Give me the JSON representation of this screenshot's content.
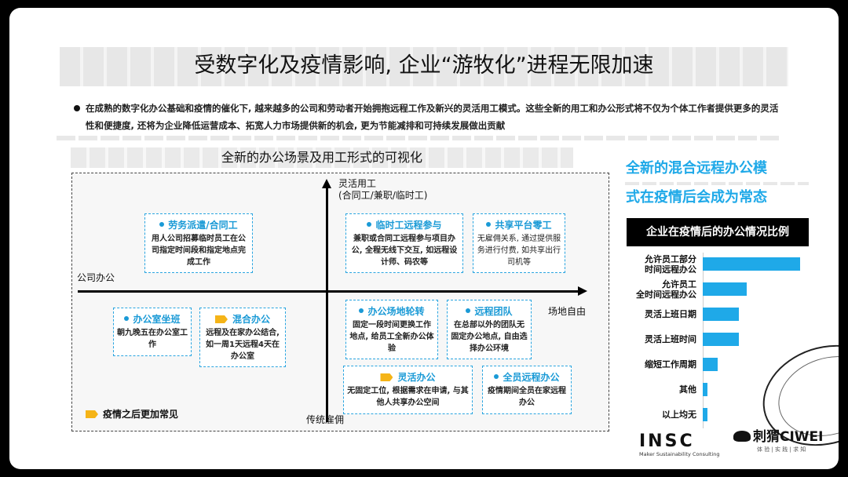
{
  "title": "受数字化及疫情影响, 企业“游牧化”进程无限加速",
  "bullet": "在成熟的数字化办公基础和疫情的催化下, 越来越多的公司和劳动者开始拥抱远程工作及新兴的灵活用工模式。这些全新的用工和办公形式将不仅为个体工作者提供更多的灵活性和便捷度, 还将为企业降低运营成本、拓宽人力市场提供新的机会, 更为节能减排和可持续发展做出贡献",
  "viz": {
    "title": "全新的办公场景及用工形式的可视化",
    "axis_top_line1": "灵活用工",
    "axis_top_line2": "(合同工/兼职/临时工)",
    "axis_left": "公司办公",
    "axis_right": "场地自由",
    "axis_bottom": "传统雇佣",
    "legend": "疫情之后更加常见",
    "boxes": [
      {
        "title": "劳务派遣/合同工",
        "body": "用人公司招募临时员工在公司指定时间段和指定地点完成工作"
      },
      {
        "title": "临时工远程参与",
        "body": "兼职或合同工远程参与项目办公, 全程无线下交互, 如远程设计师、码农等"
      },
      {
        "title": "共享平台零工",
        "body": "无雇佣关系, 通过提供服务进行付费, 如共享出行司机等"
      },
      {
        "title": "办公室坐班",
        "body": "朝九晚五在办公室工作"
      },
      {
        "title": "混合办公",
        "body": "远程及在家办公结合, 如一周1天远程4天在办公室"
      },
      {
        "title": "办公场地轮转",
        "body": "固定一段时间更换工作地点, 给员工全新办公体验"
      },
      {
        "title": "远程团队",
        "body": "在总部以外的团队无固定办公地点, 自由选择办公环境"
      },
      {
        "title": "灵活办公",
        "body": "无固定工位, 根据需求在申请, 与其他人共享办公空间"
      },
      {
        "title": "全员远程办公",
        "body": "疫情期间全员在家远程办公"
      }
    ]
  },
  "right": {
    "title_line1": "全新的混合远程办公模",
    "title_line2": "式在疫情后会成为常态",
    "chart_header": "企业在疫情后的办公情况比例"
  },
  "chart_data": {
    "type": "bar",
    "orientation": "horizontal",
    "title": "企业在疫情后的办公情况比例",
    "categories": [
      "允许员工部分时间远程办公",
      "允许员工全时间远程办公",
      "灵活上班日期",
      "灵活上班时间",
      "缩短工作周期",
      "其他",
      "以上均无"
    ],
    "category_lines": [
      [
        "允许员工部分",
        "时间远程办公"
      ],
      [
        "允许员工",
        "全时间远程办公"
      ],
      [
        "灵活上班日期"
      ],
      [
        "灵活上班时间"
      ],
      [
        "缩短工作周期"
      ],
      [
        "其他"
      ],
      [
        "以上均无"
      ]
    ],
    "values": [
      100,
      45,
      37,
      37,
      15,
      5,
      5
    ],
    "axis_visible": false,
    "color": "#1fa9e8"
  },
  "logos": {
    "insc_big": "INSC",
    "insc_small": "Maker Sustainability Consulting",
    "ciwei_main": "刺猬CIWEI",
    "ciwei_sub": "体 验 | 实 践 | 求 知"
  },
  "colors": {
    "accent": "#1fa9e8",
    "highlight": "#f5b417"
  }
}
